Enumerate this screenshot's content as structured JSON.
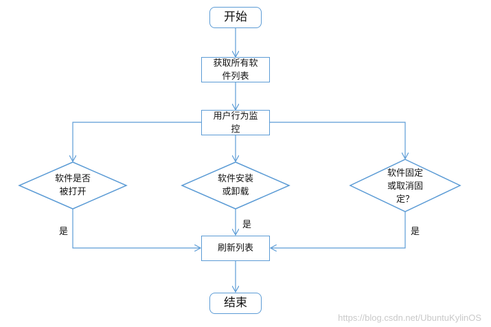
{
  "nodes": {
    "start": "开始",
    "get_list": "获取所有软\n件列表",
    "monitor": "用户行为监\n控",
    "opened": "软件是否\n被打开",
    "install": "软件安装\n或卸载",
    "pin": "软件固定\n或取消固\n定？",
    "refresh": "刷新列表",
    "end": "结束"
  },
  "edge_labels": {
    "opened_yes": "是",
    "install_yes": "是",
    "pin_yes": "是"
  },
  "watermark": "https://blog.csdn.net/UbuntuKylinOS",
  "colors": {
    "stroke": "#5b9bd5",
    "text": "#111111"
  }
}
